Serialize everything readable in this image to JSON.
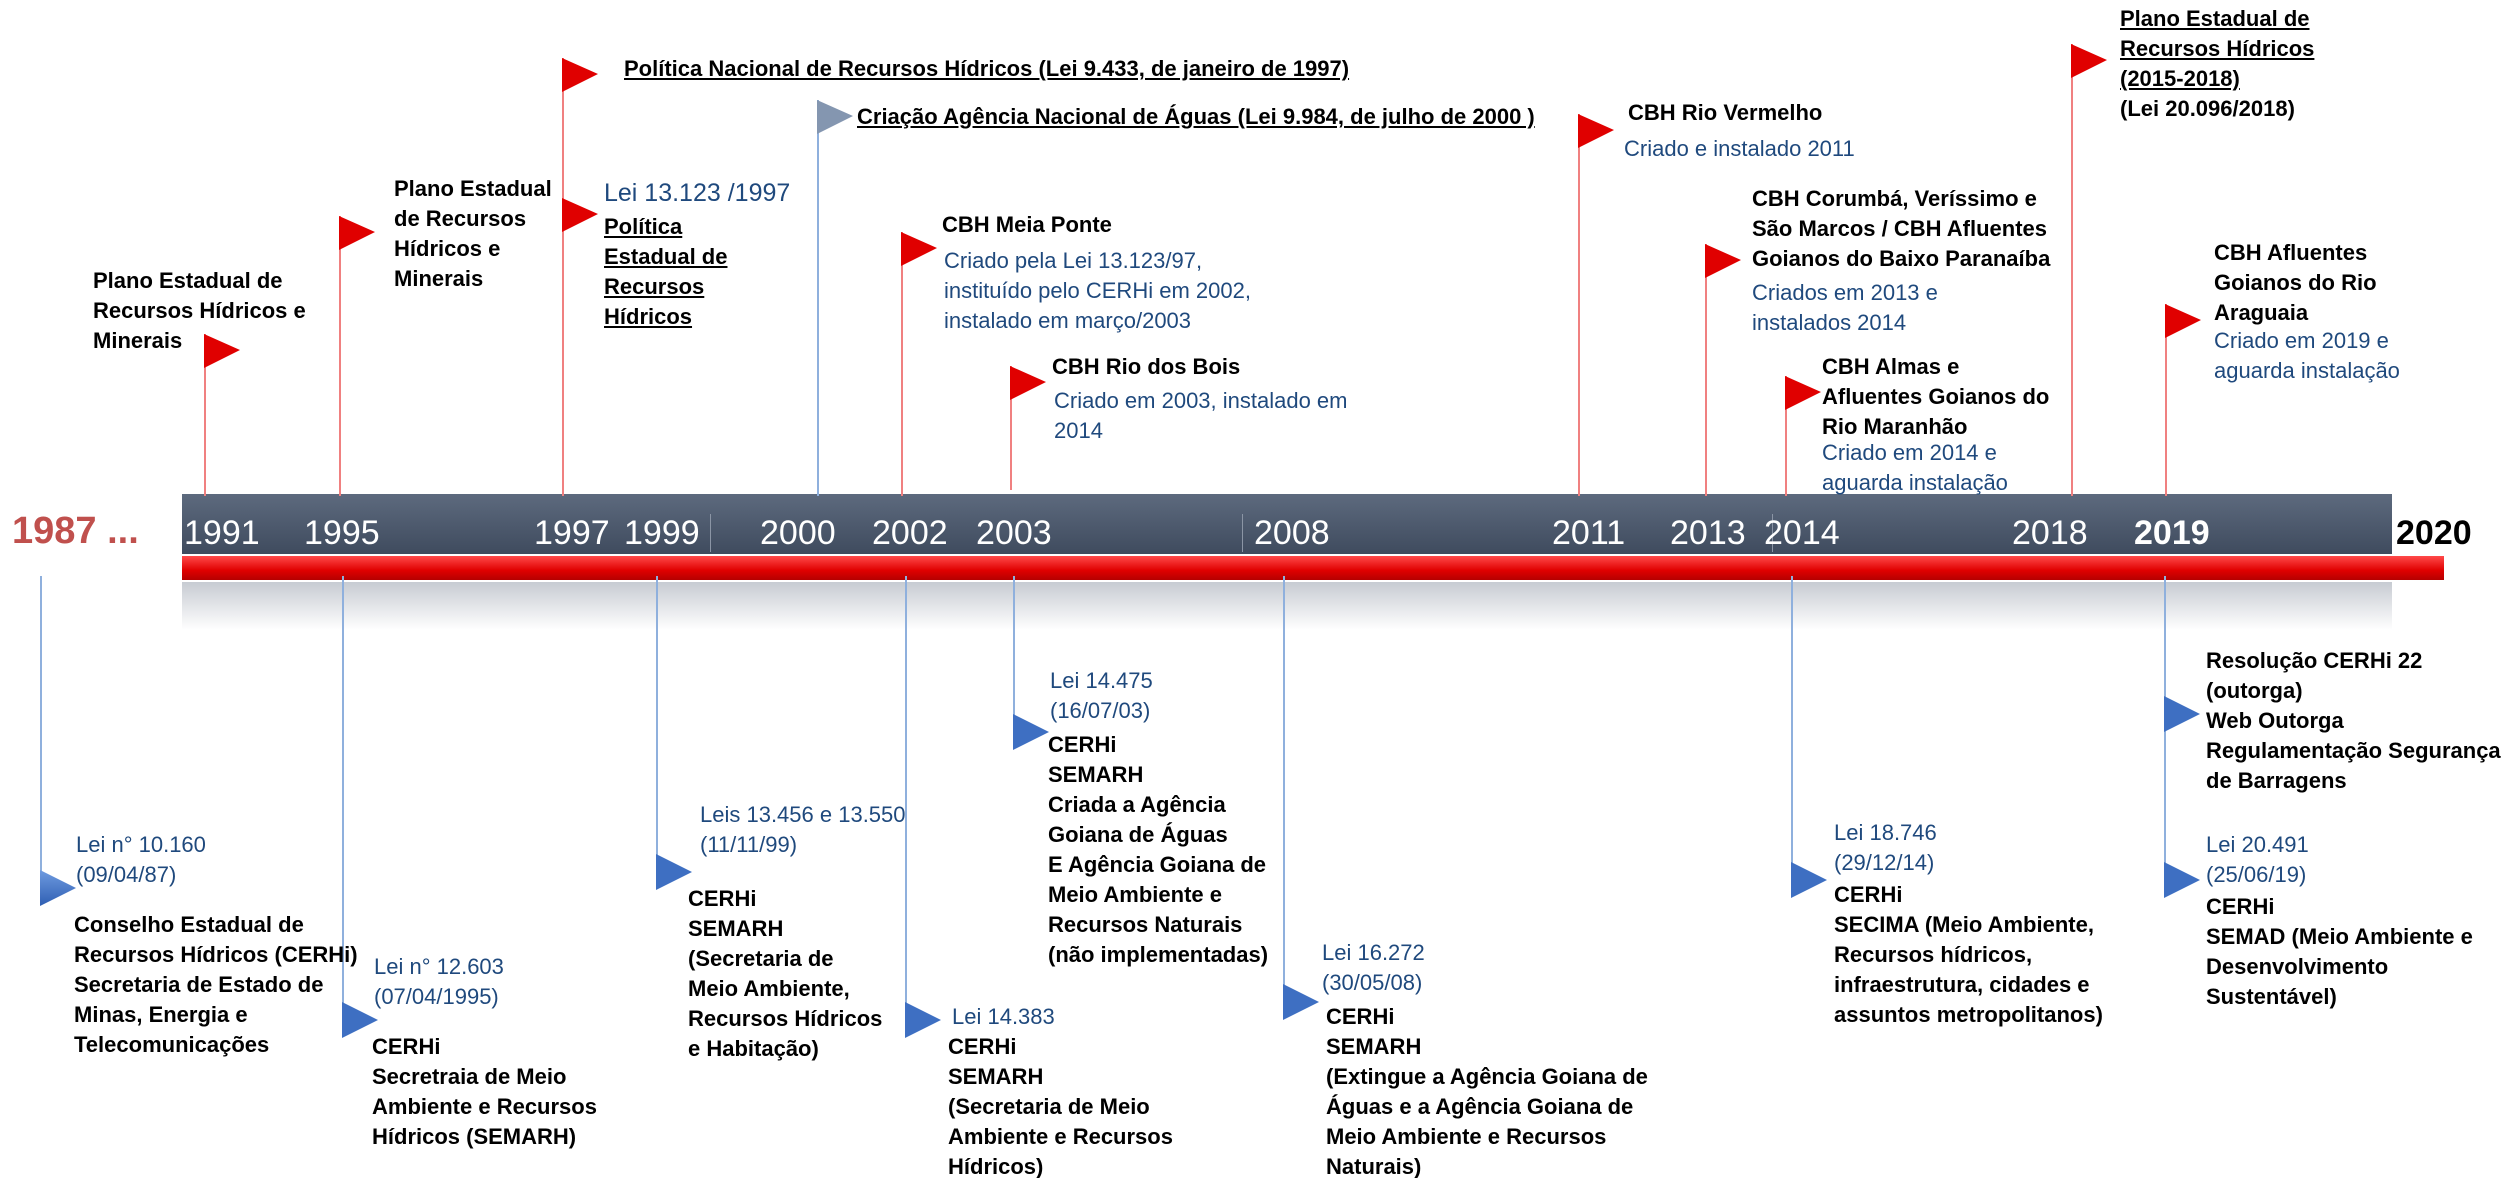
{
  "timeline": {
    "start_label": "1987 ...",
    "end_label": "2020",
    "years": [
      "1991",
      "1995",
      "1997",
      "1999",
      "2000",
      "2002",
      "2003",
      "2008",
      "2011",
      "2013",
      "2014",
      "2018",
      "2019"
    ],
    "highlighted_year": "2019",
    "colors": {
      "band": "#4a5568",
      "red_bar": "#e00000",
      "upper_flag": "#e00000",
      "lower_flag": "#4472c4",
      "accent_text": "#1f497d",
      "start_label": "#c0504d"
    }
  },
  "upper_events": [
    {
      "title": "Plano Estadual de\nRecursos Hídricos e\nMinerais"
    },
    {
      "title": "Plano Estadual\nde Recursos\nHídricos e\nMinerais"
    },
    {
      "title": "Política Nacional de Recursos Hídricos (Lei 9.433, de janeiro de 1997)"
    },
    {
      "subtitle": "Lei 13.123 /1997",
      "title": "Política\nEstadual de\nRecursos\nHídricos"
    },
    {
      "title": "Criação Agência Nacional de Águas (Lei 9.984, de julho de 2000 )"
    },
    {
      "title": "CBH Meia Ponte",
      "detail": "Criado pela Lei 13.123/97,\ninstituído pelo CERHi em 2002,\ninstalado em março/2003"
    },
    {
      "title": "CBH Rio dos Bois",
      "detail": "Criado em 2003, instalado em\n2014"
    },
    {
      "title": "CBH Rio Vermelho",
      "detail": "Criado e instalado 2011"
    },
    {
      "title": "CBH Corumbá, Veríssimo e\nSão Marcos / CBH Afluentes\nGoianos do Baixo Paranaíba",
      "detail": "Criados em 2013 e\ninstalados 2014"
    },
    {
      "title": "CBH Almas e\nAfluentes Goianos do\nRio Maranhão",
      "detail": "Criado em 2014 e\naguarda instalação"
    },
    {
      "title": "Plano Estadual de\nRecursos Hídricos\n(2015-2018)",
      "subtitle": "(Lei  20.096/2018)"
    },
    {
      "title": "CBH Afluentes\nGoianos do Rio\nAraguaia",
      "detail": "Criado em 2019 e\naguarda instalação"
    }
  ],
  "lower_events": [
    {
      "law": "Lei n° 10.160\n(09/04/87)",
      "detail": "Conselho Estadual de\nRecursos Hídricos (CERHi)\nSecretaria de Estado de\nMinas, Energia e\nTelecomunicações"
    },
    {
      "law": "Lei n° 12.603\n(07/04/1995)",
      "detail": "CERHi\nSecretraia de Meio\nAmbiente e Recursos\nHídricos (SEMARH)"
    },
    {
      "law": "Leis 13.456 e 13.550\n(11/11/99)",
      "detail": "CERHi\nSEMARH\n(Secretaria de\nMeio Ambiente,\nRecursos Hídricos\ne Habitação)"
    },
    {
      "law": "Lei 14.383",
      "detail": "CERHi\nSEMARH\n(Secretaria de Meio\nAmbiente e Recursos\nHídricos)"
    },
    {
      "law": "Lei 14.475\n(16/07/03)",
      "detail": "CERHi\nSEMARH\nCriada a Agência\nGoiana de Águas\nE Agência Goiana de\nMeio Ambiente e\nRecursos Naturais\n(não implementadas)"
    },
    {
      "law": "Lei 16.272\n(30/05/08)",
      "detail": "CERHi\nSEMARH\n(Extingue a Agência Goiana de\nÁguas e a Agência Goiana de\nMeio Ambiente e Recursos\nNaturais)"
    },
    {
      "law": "Lei 18.746\n(29/12/14)",
      "detail": "CERHi\nSECIMA (Meio Ambiente,\nRecursos hídricos,\ninfraestrutura, cidades e\nassuntos metropolitanos)"
    },
    {
      "detail": "Resolução CERHi 22 (outorga)\nWeb Outorga\nRegulamentação Segurança\nde Barragens"
    },
    {
      "law": "Lei 20.491\n(25/06/19)",
      "detail": "CERHi\nSEMAD (Meio Ambiente e\nDesenvolvimento\nSustentável)"
    }
  ]
}
